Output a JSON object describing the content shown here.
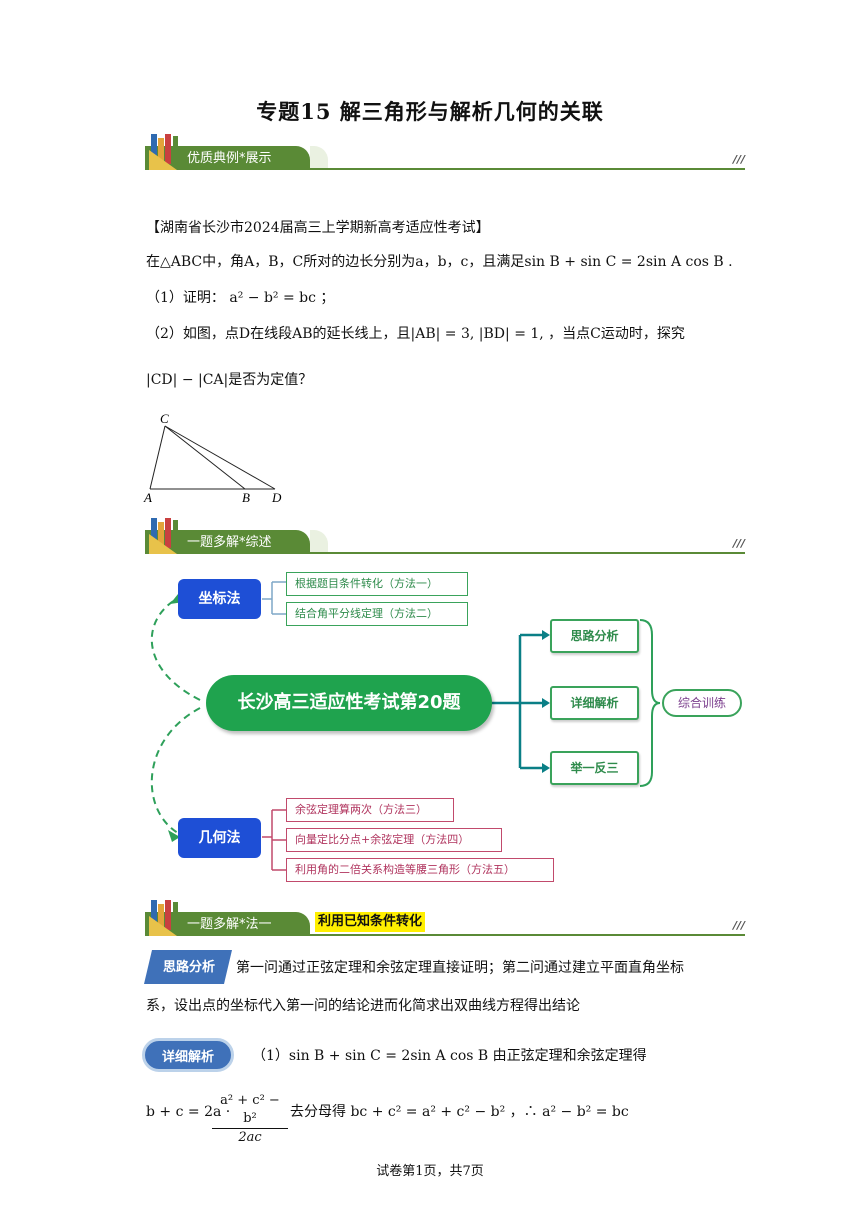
{
  "title": "专题15  解三角形与解析几何的关联",
  "sections": {
    "s1": "优质典例*展示",
    "s2": "一题多解*综述",
    "s3": "一题多解*法一",
    "s3_extra": "利用已知条件转化",
    "slash": "///"
  },
  "problem": {
    "source": "【湖南省长沙市2024届高三上学期新高考适应性考试】",
    "stem": "在△ABC中，角A，B，C所对的边长分别为a，b，c，且满足sin B + sin C = 2sin A cos B .",
    "q1": "（1）证明： a² − b² = bc ；",
    "q2a": "（2）如图，点D在线段AB的延长线上，且|AB| = 3, |BD| = 1, ，当点C运动时，探究",
    "q2b": "|CD| − |CA|是否为定值？"
  },
  "figure": {
    "C": "C",
    "A": "A",
    "B": "B",
    "D": "D"
  },
  "mindmap": {
    "center": "长沙高三适应性考试第20题",
    "left_top": "坐标法",
    "left_bottom": "几何法",
    "coord_methods": [
      "根据题目条件转化（方法一）",
      "结合角平分线定理（方法二）"
    ],
    "geo_methods": [
      "余弦定理算两次（方法三）",
      "向量定比分点+余弦定理（方法四）",
      "利用角的二倍关系构造等腰三角形（方法五）"
    ],
    "right_items": [
      "思路分析",
      "详细解析",
      "举一反三"
    ],
    "far_right": "综合训练"
  },
  "analysis": {
    "tag1": "思路分析",
    "text1a": "第一问通过正弦定理和余弦定理直接证明；第二问通过建立平面直角坐标",
    "text1b": "系，设出点的坐标代入第一问的结论进而化简求出双曲线方程得出结论",
    "tag2": "详细解析",
    "text2": "（1）sin B + sin C = 2sin A cos B 由正弦定理和余弦定理得",
    "eq_lhs": "b + c = 2a ·",
    "eq_num": "a² + c² − b²",
    "eq_den": "2ac",
    "eq_rhs": "去分母得 bc + c² = a² + c² − b² ，∴ a² − b² = bc"
  },
  "footer": "试卷第1页，共7页",
  "colors": {
    "banner": "#5a8a36",
    "center": "#1fa34e",
    "blue": "#1e4fd6",
    "green": "#3aa35b",
    "red": "#c14a6c"
  }
}
